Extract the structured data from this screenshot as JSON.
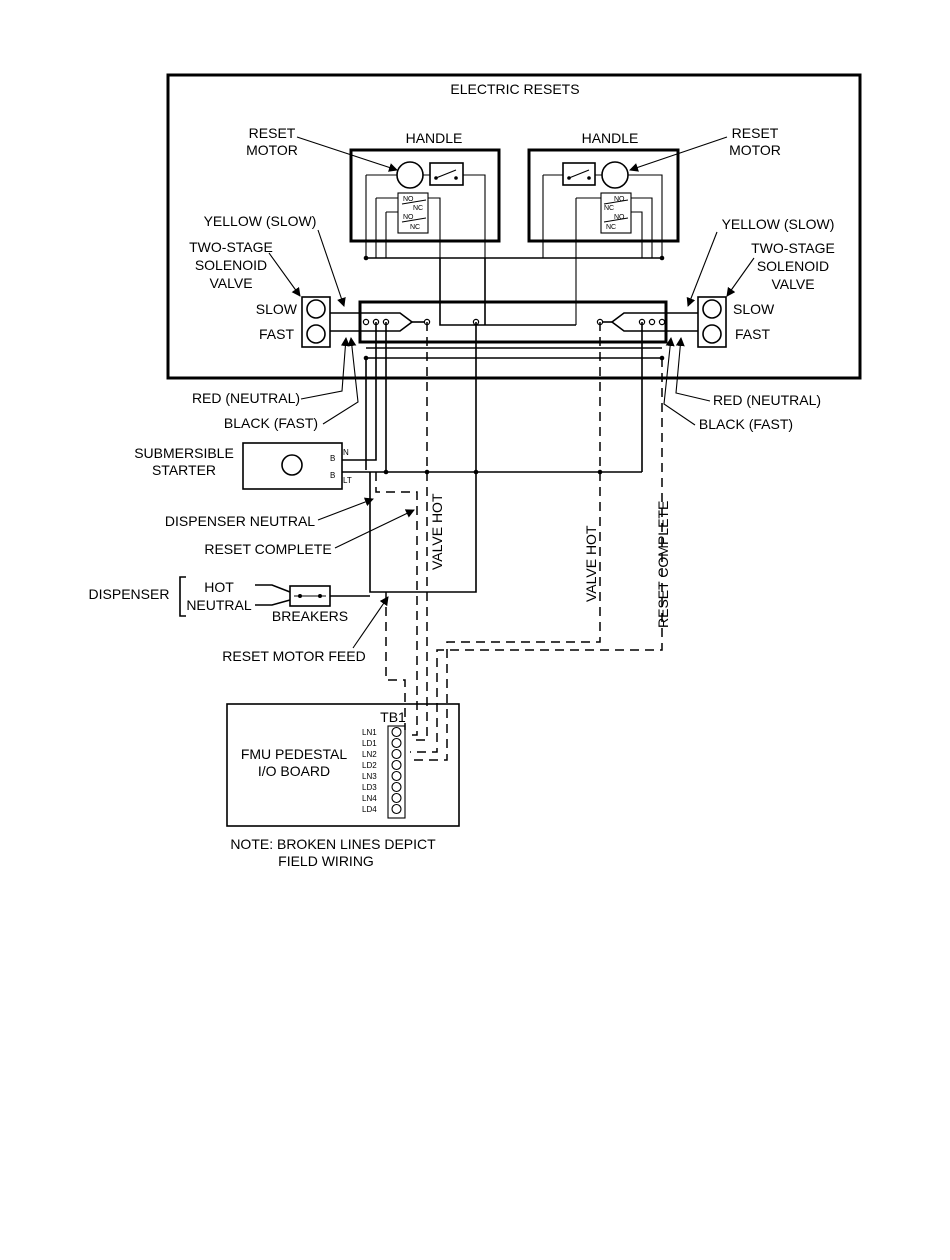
{
  "panel": {
    "title": "ELECTRIC RESETS"
  },
  "left": {
    "handle": "HANDLE",
    "reset_motor": [
      "RESET",
      "MOTOR"
    ],
    "yellow": "YELLOW (SLOW)",
    "valve": [
      "TWO-STAGE",
      "SOLENOID",
      "VALVE"
    ],
    "slow": "SLOW",
    "fast": "FAST",
    "red": "RED (NEUTRAL)",
    "black": "BLACK (FAST)"
  },
  "right": {
    "handle": "HANDLE",
    "reset_motor": [
      "RESET",
      "MOTOR"
    ],
    "yellow": "YELLOW (SLOW)",
    "valve": [
      "TWO-STAGE",
      "SOLENOID",
      "VALVE"
    ],
    "slow": "SLOW",
    "fast": "FAST",
    "red": "RED (NEUTRAL)",
    "black": "BLACK (FAST)"
  },
  "switch_contacts": {
    "no": "NO",
    "nc": "NC"
  },
  "starter": {
    "label": [
      "SUBMERSIBLE",
      "STARTER"
    ],
    "term_n": "N",
    "term_lt": "LT",
    "term_b1": "B",
    "term_b2": "B"
  },
  "wires": {
    "dispenser_neutral": "DISPENSER NEUTRAL",
    "reset_complete": "RESET COMPLETE",
    "valve_hot": "VALVE HOT",
    "reset_motor_feed": "RESET MOTOR FEED"
  },
  "dispenser": {
    "label": "DISPENSER",
    "hot": "HOT",
    "neutral": "NEUTRAL",
    "breakers": "BREAKERS"
  },
  "board": {
    "label": [
      "FMU PEDESTAL",
      "I/O BOARD"
    ],
    "tb": "TB1",
    "terminals": [
      "LN1",
      "LD1",
      "LN2",
      "LD2",
      "LN3",
      "LD3",
      "LN4",
      "LD4"
    ]
  },
  "note": [
    "NOTE: BROKEN LINES DEPICT",
    "FIELD WIRING"
  ]
}
